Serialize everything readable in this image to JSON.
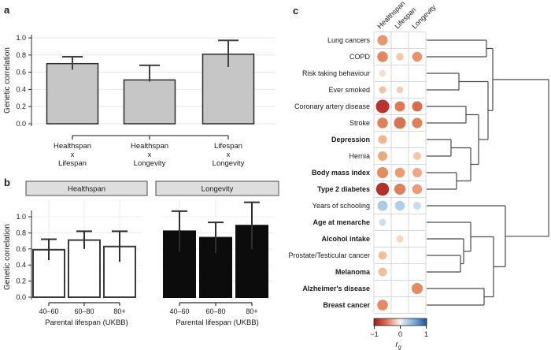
{
  "panel_labels": {
    "a": "a",
    "b": "b",
    "c": "c"
  },
  "chart_data": [
    {
      "id": "a",
      "type": "bar",
      "ylabel": "Genetic correlation",
      "yticks": [
        "0.0",
        "0.2",
        "0.4",
        "0.6",
        "0.8",
        "1.0"
      ],
      "ylim": [
        0,
        1.05
      ],
      "categories": [
        [
          "Healthspan",
          "x",
          "Lifespan"
        ],
        [
          "Healthspan",
          "x",
          "Longevity"
        ],
        [
          "Lifespan",
          "x",
          "Longevity"
        ]
      ],
      "values": [
        0.7,
        0.51,
        0.81
      ],
      "error_low": [
        0.63,
        0.49,
        0.66
      ],
      "error_high": [
        0.78,
        0.68,
        0.97
      ],
      "bar_fill": "#c6c6c6",
      "bar_stroke": "#2b2b2b",
      "error_color": "#3f3f3f",
      "grid_color": "#e6e6e6"
    },
    {
      "id": "b",
      "type": "bar",
      "ylabel": "Genetic correlation",
      "xlabel": "Parental lifespan (UKBB)",
      "yticks": [
        "0.0",
        "0.2",
        "0.4",
        "0.6",
        "0.8",
        "1.0"
      ],
      "ylim": [
        0,
        1.24
      ],
      "categories": [
        "40–60",
        "60–80",
        "80+"
      ],
      "panels": [
        {
          "header": "Healthspan",
          "bar_fill": "#ffffff",
          "bar_stroke": "#3a3a3a",
          "values": [
            0.59,
            0.71,
            0.63
          ],
          "error_low": [
            0.46,
            0.6,
            0.44
          ],
          "error_high": [
            0.72,
            0.82,
            0.82
          ]
        },
        {
          "header": "Longevity",
          "bar_fill": "#0c0c0c",
          "bar_stroke": "#0c0c0c",
          "values": [
            0.82,
            0.74,
            0.89
          ],
          "error_low": [
            0.57,
            0.55,
            0.6
          ],
          "error_high": [
            1.07,
            0.93,
            1.18
          ]
        }
      ],
      "header_fill": "#dedede",
      "header_stroke": "#4a4a4a",
      "error_color": "#2f2f2f",
      "grid_color": "#ececec"
    },
    {
      "id": "c",
      "type": "dot-matrix",
      "columns": [
        "Healthspan",
        "Lifespan",
        "Longevity"
      ],
      "rows": [
        {
          "label": "Lung cancers",
          "bold": false,
          "rg": [
            -0.45,
            null,
            null
          ]
        },
        {
          "label": "COPD",
          "bold": false,
          "rg": [
            -0.52,
            -0.25,
            -0.45
          ]
        },
        {
          "label": "Risk taking behaviour",
          "bold": false,
          "rg": [
            -0.18,
            null,
            null
          ]
        },
        {
          "label": "Ever smoked",
          "bold": false,
          "rg": [
            -0.28,
            -0.24,
            null
          ]
        },
        {
          "label": "Coronary artery disease",
          "bold": false,
          "rg": [
            -0.78,
            -0.5,
            -0.52
          ]
        },
        {
          "label": "Stroke",
          "bold": false,
          "rg": [
            -0.5,
            -0.57,
            -0.5
          ]
        },
        {
          "label": "Depression",
          "bold": true,
          "rg": [
            -0.32,
            null,
            null
          ]
        },
        {
          "label": "Hernia",
          "bold": false,
          "rg": [
            -0.36,
            null,
            -0.24
          ]
        },
        {
          "label": "Body mass index",
          "bold": true,
          "rg": [
            -0.48,
            -0.4,
            -0.34
          ]
        },
        {
          "label": "Type 2 diabetes",
          "bold": true,
          "rg": [
            -0.8,
            -0.5,
            -0.38
          ]
        },
        {
          "label": "Years of schooling",
          "bold": false,
          "rg": [
            0.37,
            0.36,
            0.25
          ]
        },
        {
          "label": "Age at menarche",
          "bold": true,
          "rg": [
            0.18,
            null,
            null
          ]
        },
        {
          "label": "Alcohol intake",
          "bold": true,
          "rg": [
            null,
            -0.2,
            null
          ]
        },
        {
          "label": "Prostate/Testicular cancer",
          "bold": false,
          "rg": [
            -0.28,
            null,
            null
          ]
        },
        {
          "label": "Melanoma",
          "bold": true,
          "rg": [
            -0.28,
            null,
            null
          ]
        },
        {
          "label": "Alzheimer's disease",
          "bold": true,
          "rg": [
            null,
            null,
            -0.48
          ]
        },
        {
          "label": "Breast cancer",
          "bold": true,
          "rg": [
            -0.45,
            null,
            null
          ]
        }
      ],
      "colors": [
        [
          "#e9956d",
          null,
          null
        ],
        [
          "#e5875d",
          "#f5c8aa",
          "#e9926a"
        ],
        [
          "#f9dcc8",
          null,
          null
        ],
        [
          "#f4c09e",
          "#f6cab0",
          null
        ],
        [
          "#bb332c",
          "#de7952",
          "#d96c4c"
        ],
        [
          "#e08158",
          "#d87251",
          "#e07f5a"
        ],
        [
          "#f2b38f",
          null,
          null
        ],
        [
          "#efa87e",
          null,
          "#f6c6a2"
        ],
        [
          "#e78a60",
          "#eb9a72",
          "#f0a87f"
        ],
        [
          "#b52f28",
          "#e07f58",
          "#ec9c74"
        ],
        [
          "#a9cce3",
          "#afd1e7",
          "#c5dded"
        ],
        [
          "#cae0ef",
          null,
          null
        ],
        [
          null,
          "#f8d7bd",
          null
        ],
        [
          "#f3bd96",
          null,
          null
        ],
        [
          "#f4bd97",
          null,
          null
        ],
        [
          null,
          null,
          "#e58a5e"
        ],
        [
          "#e8895f",
          null,
          null
        ]
      ],
      "sizes": [
        [
          13,
          null,
          null
        ],
        [
          13.5,
          9.5,
          12.5
        ],
        [
          8.5,
          null,
          null
        ],
        [
          9,
          8.5,
          null
        ],
        [
          17,
          13,
          13
        ],
        [
          13.5,
          15,
          13
        ],
        [
          11,
          null,
          null
        ],
        [
          12,
          null,
          10
        ],
        [
          14,
          12.5,
          12
        ],
        [
          16.5,
          14,
          12.5
        ],
        [
          13,
          12.5,
          10
        ],
        [
          9,
          null,
          null
        ],
        [
          null,
          9,
          null
        ],
        [
          10.5,
          null,
          null
        ],
        [
          11,
          null,
          null
        ],
        [
          null,
          null,
          14
        ],
        [
          13.5,
          null,
          null
        ]
      ],
      "legend": {
        "ticks": [
          "−1",
          "0",
          "1"
        ],
        "label_main": "r",
        "label_sub": "g",
        "gradient": [
          "#9b1a1e",
          "#d96a4b",
          "#f3cdbc",
          "#f9f5f2",
          "#c6dcec",
          "#74a7ce",
          "#20509f"
        ],
        "gradient_pos": [
          0,
          0.22,
          0.42,
          0.5,
          0.58,
          0.78,
          1
        ]
      },
      "grid_color": "#d9d9d9",
      "dendrogram_color": "#4a4a4a",
      "dendrogram_segments": [
        [
          182,
          51,
          258,
          51
        ],
        [
          182,
          72,
          258,
          72
        ],
        [
          258,
          51,
          258,
          72
        ],
        [
          182,
          93,
          223,
          93
        ],
        [
          182,
          114,
          223,
          114
        ],
        [
          223,
          93,
          223,
          114
        ],
        [
          182,
          135,
          232,
          135
        ],
        [
          182,
          156,
          232,
          156
        ],
        [
          232,
          135,
          232,
          156
        ],
        [
          182,
          177,
          213,
          177
        ],
        [
          182,
          198,
          213,
          198
        ],
        [
          213,
          177,
          213,
          198
        ],
        [
          182,
          219,
          220,
          219
        ],
        [
          182,
          240,
          220,
          240
        ],
        [
          220,
          219,
          220,
          240
        ],
        [
          213,
          187.5,
          238,
          187.5
        ],
        [
          220,
          229.5,
          238,
          229.5
        ],
        [
          238,
          187.5,
          238,
          229.5
        ],
        [
          232,
          145.5,
          248,
          145.5
        ],
        [
          238,
          208.5,
          248,
          208.5
        ],
        [
          248,
          145.5,
          248,
          208.5
        ],
        [
          223,
          103.5,
          260,
          103.5
        ],
        [
          248,
          177,
          260,
          177
        ],
        [
          260,
          103.5,
          260,
          177
        ],
        [
          258,
          61.5,
          266,
          61.5
        ],
        [
          260,
          140.25,
          266,
          140.25
        ],
        [
          266,
          61.5,
          266,
          140.25
        ],
        [
          182,
          324,
          225,
          324
        ],
        [
          182,
          345,
          225,
          345
        ],
        [
          225,
          324,
          225,
          345
        ],
        [
          182,
          303,
          229,
          303
        ],
        [
          225,
          334.5,
          229,
          334.5
        ],
        [
          229,
          303,
          229,
          334.5
        ],
        [
          182,
          282,
          238,
          282
        ],
        [
          229,
          318.75,
          238,
          318.75
        ],
        [
          238,
          282,
          238,
          318.75
        ],
        [
          182,
          366,
          255,
          366
        ],
        [
          182,
          387,
          255,
          387
        ],
        [
          255,
          366,
          255,
          387
        ],
        [
          238,
          300.4,
          267,
          300.4
        ],
        [
          255,
          376.5,
          267,
          376.5
        ],
        [
          267,
          300.4,
          267,
          376.5
        ],
        [
          182,
          261,
          282,
          261
        ],
        [
          267,
          338.4,
          282,
          338.4
        ],
        [
          282,
          261,
          282,
          338.4
        ],
        [
          266,
          100.9,
          337,
          100.9
        ],
        [
          282,
          299.7,
          337,
          299.7
        ],
        [
          337,
          100.9,
          337,
          299.7
        ]
      ]
    }
  ]
}
